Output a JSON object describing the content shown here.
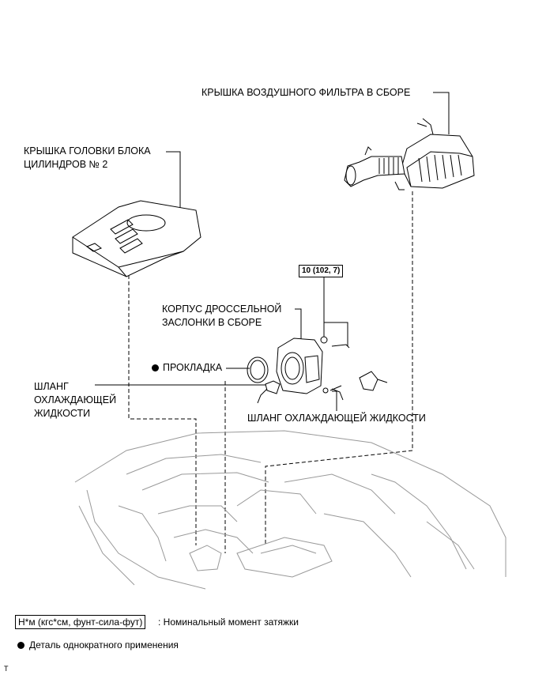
{
  "labels": {
    "air_filter_cap": "КРЫШКА ВОЗДУШНОГО ФИЛЬТРА В СБОРЕ",
    "head_cover_line1": "КРЫШКА ГОЛОВКИ БЛОКА",
    "head_cover_line2": "ЦИЛИНДРОВ № 2",
    "torque_value": "10 (102, 7)",
    "throttle_body_line1": "КОРПУС ДРОССЕЛЬНОЙ",
    "throttle_body_line2": "ЗАСЛОНКИ В СБОРЕ",
    "gasket": "ПРОКЛАДКА",
    "coolant_hose_left_line1": "ШЛАНГ",
    "coolant_hose_left_line2": "ОХЛАЖДАЮЩЕЙ",
    "coolant_hose_left_line3": "ЖИДКОСТИ",
    "coolant_hose_right": "ШЛАНГ ОХЛАЖДАЮЩЕЙ ЖИДКОСТИ"
  },
  "legend": {
    "torque_unit": "Н*м (кгс*см, фунт-сила-фут)",
    "torque_desc": ": Номинальный момент затяжки",
    "single_use": "Деталь однократного применения"
  },
  "page_code": "T"
}
